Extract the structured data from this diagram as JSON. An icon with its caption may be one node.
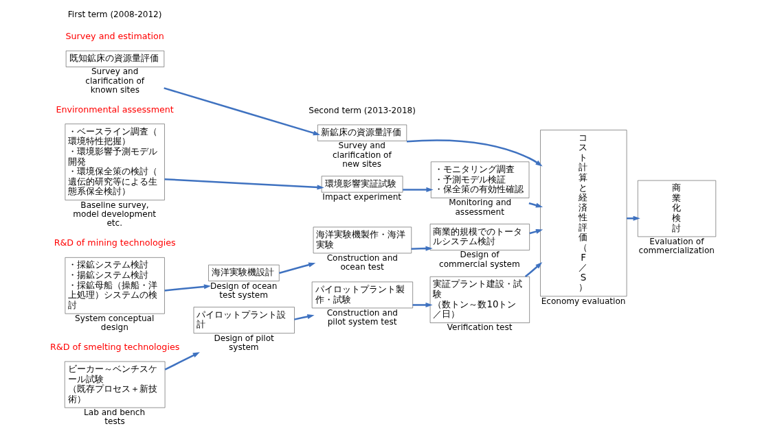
{
  "diagram": {
    "nodes": [
      {
        "text": [
          "既知鉱床の資源量評価"
        ],
        "beside": [
          "Survey and clarification of known sites"
        ]
      },
      {
        "text": [
          "新鉱床の資源量評価"
        ],
        "beside": [
          "Survey and clarification of new sites"
        ]
      },
      {
        "text": [
          "・ベースライン調査（環境特性把握）",
          "・環境影響予測モデル開発",
          "・環境保全策の検討（遺伝的研究等による生態系保全検討）"
        ],
        "beside": [
          "Baseline survey, model development etc."
        ]
      },
      {
        "text": [
          "環境影響実証試験"
        ],
        "beside": [
          "Impact experiment"
        ]
      },
      {
        "text": [
          "・モニタリング調査",
          "・予測モデル検証",
          "・保全策の有効性確認"
        ],
        "beside": [
          "Monitoring and assessment"
        ]
      },
      {
        "text": [
          "・採鉱システム検討",
          "・揚鉱システム検討",
          "・採鉱母船（操船・洋上処理）システムの検討"
        ],
        "beside": [
          "System conceptual design"
        ]
      },
      {
        "text": [
          "海洋実験機設計"
        ],
        "beside": [
          "Design of ocean test system"
        ]
      },
      {
        "text": [
          "海洋実験機製作・海洋実験"
        ],
        "beside": [
          "Construction and ocean test"
        ]
      },
      {
        "text": [
          "商業的規模でのトータルシステム検討"
        ],
        "beside": [
          "Design of commercial system"
        ]
      },
      {
        "text": [
          "ビーカー～ベンチスケール試験",
          "（既存プロセス＋新技術）"
        ],
        "beside": [
          "Lab and bench tests"
        ]
      },
      {
        "text": [
          "パイロットプラント設計"
        ],
        "beside": [
          "Design of pilot system"
        ]
      },
      {
        "text": [
          "パイロットプラント製作・試験"
        ],
        "beside": [
          "Construction and pilot system test"
        ]
      },
      {
        "text": [
          "実証プラント建設・試験",
          "（数トン～数10トン／日）"
        ],
        "beside": [
          "Verification test"
        ]
      },
      {
        "text": [
          "コスト計算と経済性評価（F／S）"
        ],
        "beside": [
          "Economy evaluation"
        ]
      },
      {
        "text": [
          "商業化検討"
        ],
        "beside": [
          "Evaluation of commercialization"
        ]
      }
    ],
    "edges": [
      {
        "from": 0,
        "to": 1,
        "arrow": "to"
      },
      {
        "from": 1,
        "to": 13,
        "arrow": "to"
      },
      {
        "from": 2,
        "to": 3,
        "arrow": "to"
      },
      {
        "from": 3,
        "to": 4,
        "arrow": "to"
      },
      {
        "from": 4,
        "to": 13,
        "arrow": "to"
      },
      {
        "from": 5,
        "to": 6,
        "arrow": "to"
      },
      {
        "from": 6,
        "to": 7,
        "arrow": "to"
      },
      {
        "from": 7,
        "to": 8,
        "arrow": "to"
      },
      {
        "from": 8,
        "to": 13,
        "arrow": "to"
      },
      {
        "from": 9,
        "to": 10,
        "arrow": "to"
      },
      {
        "from": 10,
        "to": 11,
        "arrow": "to"
      },
      {
        "from": 11,
        "to": 12,
        "arrow": "to"
      },
      {
        "from": 12,
        "to": 13,
        "arrow": "to"
      },
      {
        "from": 13,
        "to": 14,
        "arrow": "to"
      }
    ],
    "labels": [
      "First term (2008-2012)",
      "Second term (2013-2018)",
      "Survey and estimation",
      "Environmental assessment",
      "R&D of mining technologies",
      "R&D of smelting technologies"
    ]
  }
}
